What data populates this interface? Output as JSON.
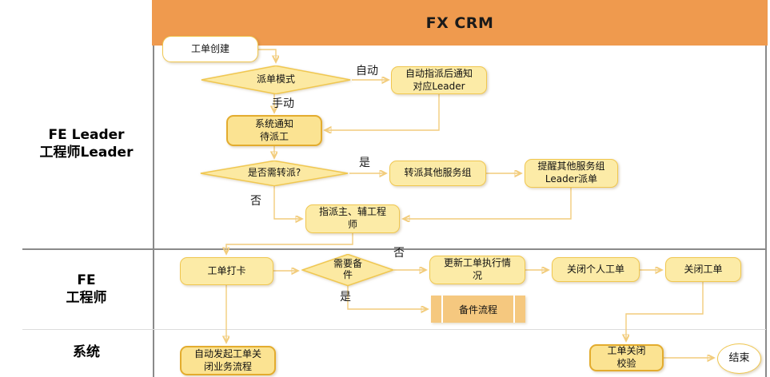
{
  "header": {
    "title": "FX CRM"
  },
  "colors": {
    "header_bg": "#EF9A4E",
    "node_fill": "#FCEBA7",
    "node_border": "#F0C750",
    "node_fill_strong": "#FBE392",
    "node_border_strong": "#E3AC2E",
    "predefined_fill": "#F5C87F",
    "connector": "#F2CC7C",
    "lane_line": "#8a8a8a"
  },
  "lanes": [
    {
      "id": "leader",
      "label": "FE Leader\n工程师Leader"
    },
    {
      "id": "fe",
      "label": "FE\n工程师"
    },
    {
      "id": "system",
      "label": "系统"
    }
  ],
  "nodes": {
    "workorder_create": {
      "label": "工单创建"
    },
    "dispatch_mode": {
      "label": "派单模式"
    },
    "auto_notify_leader": {
      "label": "自动指派后通知\n对应Leader"
    },
    "system_notify": {
      "label": "系统通知\n待派工"
    },
    "need_transfer": {
      "label": "是否需转派?"
    },
    "transfer_group": {
      "label": "转派其他服务组"
    },
    "remind_group": {
      "label": "提醒其他服务组\nLeader派单"
    },
    "assign_engineers": {
      "label": "指派主、辅工程\n师"
    },
    "clock_in": {
      "label": "工单打卡"
    },
    "need_parts": {
      "label": "需要备\n件"
    },
    "update_status": {
      "label": "更新工单执行情\n况"
    },
    "parts_process": {
      "label": "备件流程"
    },
    "close_personal": {
      "label": "关闭个人工单"
    },
    "close_order": {
      "label": "关闭工单"
    },
    "auto_close_flow": {
      "label": "自动发起工单关\n闭业务流程"
    },
    "close_verify": {
      "label": "工单关闭\n校验"
    },
    "end": {
      "label": "结束"
    }
  },
  "edge_labels": {
    "auto": "自动",
    "manual": "手动",
    "yes_transfer": "是",
    "no_transfer": "否",
    "no_parts": "否",
    "yes_parts": "是"
  }
}
